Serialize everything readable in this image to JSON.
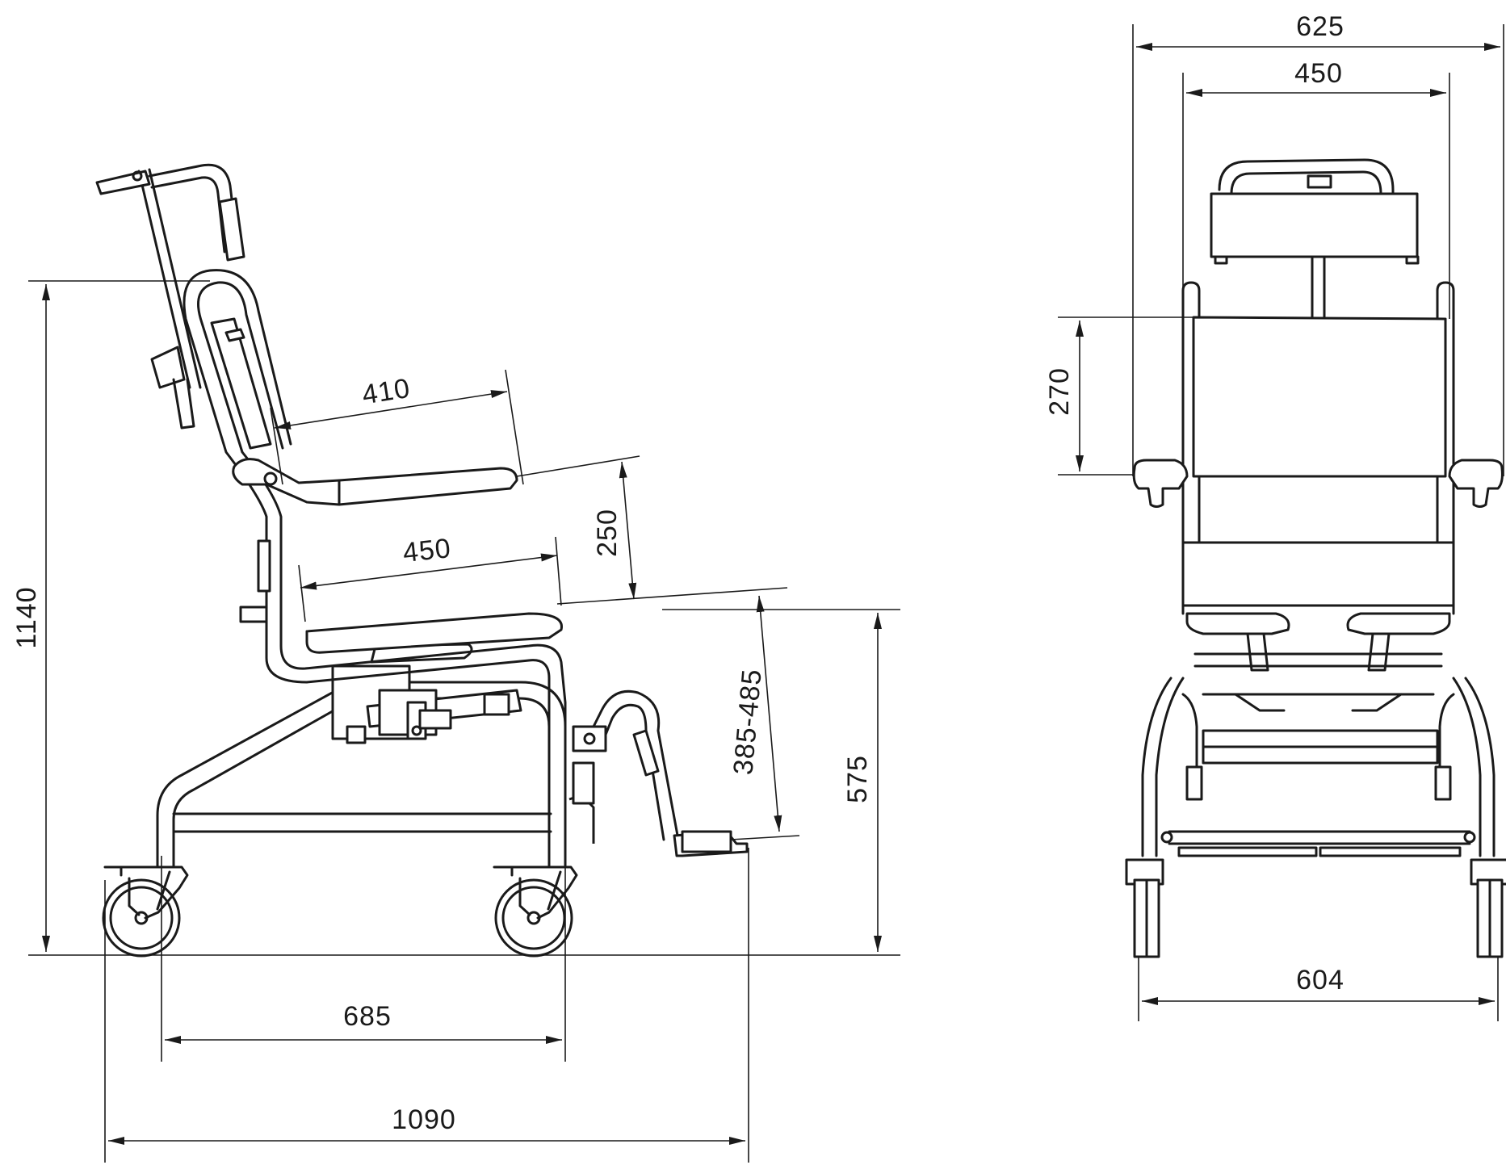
{
  "dimensions": {
    "side_overall_height": "1140",
    "side_armrest_length": "410",
    "side_armrest_height": "250",
    "side_seat_depth": "450",
    "side_seat_to_footrest": "385-485",
    "side_seat_height": "575",
    "side_wheelbase": "685",
    "side_overall_length": "1090",
    "front_overall_width": "625",
    "front_seat_width": "450",
    "front_backrest_height": "270",
    "front_wheel_track": "604"
  },
  "colors": {
    "line": "#1a1a1a",
    "background": "#ffffff"
  }
}
